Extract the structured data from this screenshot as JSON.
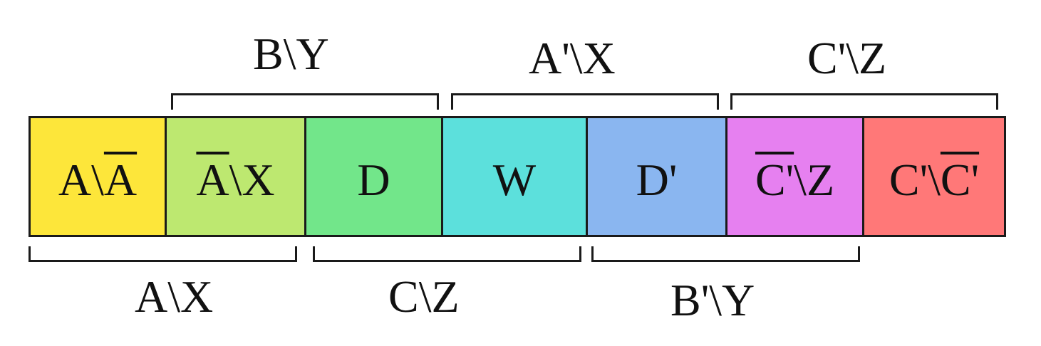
{
  "segments": [
    {
      "pre": "A\\",
      "ov": "A",
      "post": "",
      "color": "#fde63a"
    },
    {
      "pre": "",
      "ov": "A",
      "post": "\\X",
      "color": "#bde870"
    },
    {
      "pre": "D",
      "ov": "",
      "post": "",
      "color": "#72e68a"
    },
    {
      "pre": "W",
      "ov": "",
      "post": "",
      "color": "#5ce0dc"
    },
    {
      "pre": "D'",
      "ov": "",
      "post": "",
      "color": "#8ab6f0"
    },
    {
      "pre": "",
      "ov": "C'",
      "post": "\\Z",
      "color": "#e680f0"
    },
    {
      "pre": "C'\\",
      "ov": "C'",
      "post": "",
      "color": "#ff7878"
    }
  ],
  "top_labels": [
    "B\\Y",
    "A'\\X",
    "C'\\Z"
  ],
  "bottom_labels": [
    "A\\X",
    "C\\Z",
    "B'\\Y"
  ]
}
